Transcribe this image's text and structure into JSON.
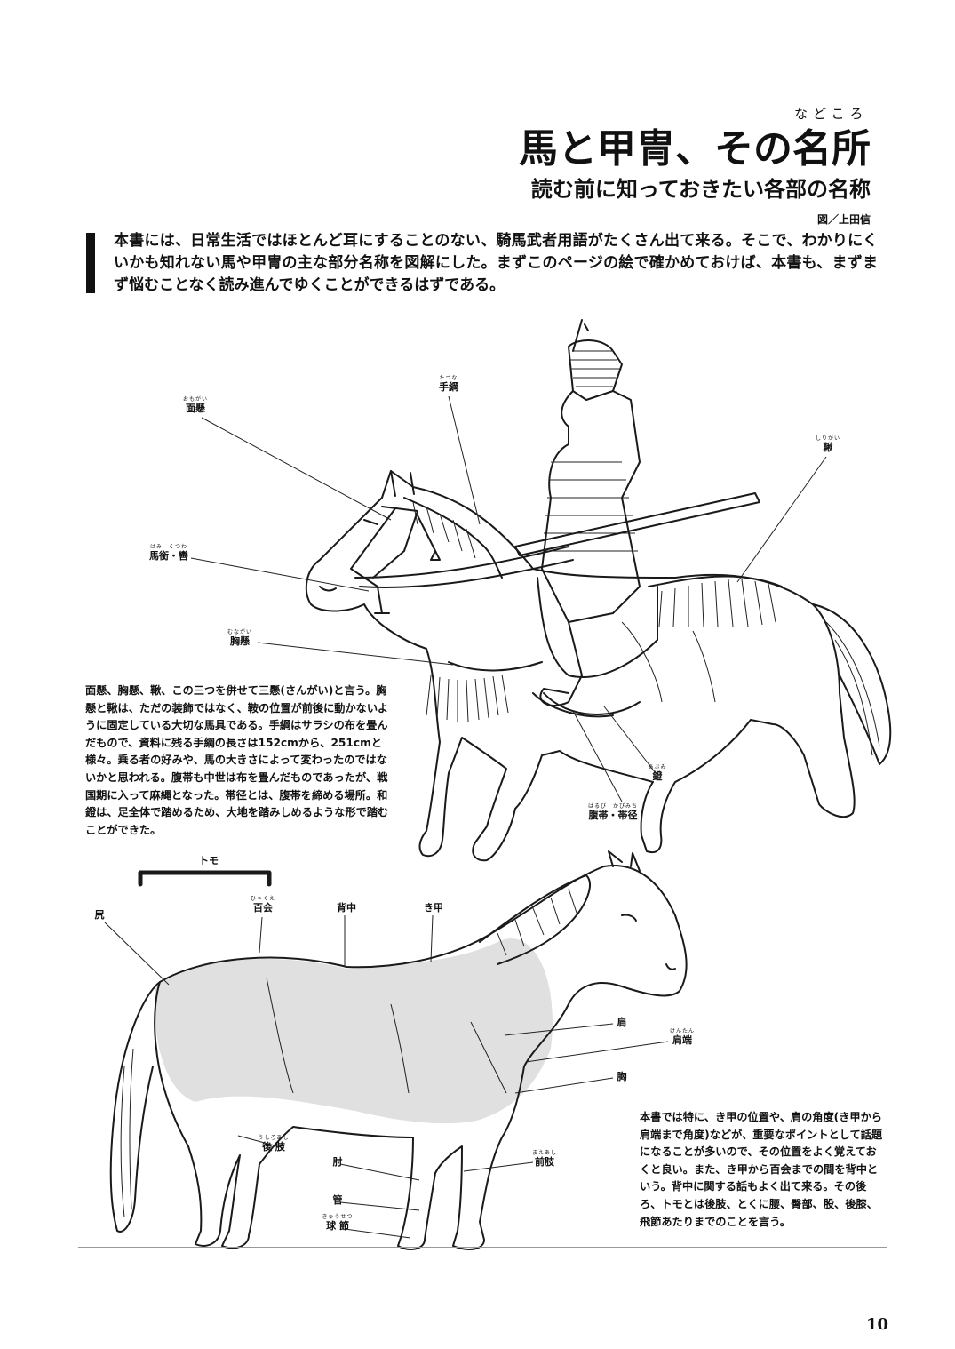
{
  "header": {
    "title_pre": "馬と甲冑、その",
    "title_ruby_base": "名所",
    "title_ruby": "などころ",
    "subtitle": "読む前に知っておきたい各部の名称",
    "credit": "図／上田信"
  },
  "intro": "本書には、日常生活ではほとんど耳にすることのない、騎馬武者用語がたくさん出て来る。そこで、わかりにくいかも知れない馬や甲冑の主な部分名称を図解にした。まずこのページの絵で確かめておけば、本書も、まずまず悩むことなく読み進んでゆくことができるはずである。",
  "rider_labels": {
    "omogai": {
      "text": "面懸",
      "ruby": "おもがい"
    },
    "tazuna": {
      "text": "手綱",
      "ruby": "たづな"
    },
    "shirigai": {
      "text": "鞦",
      "ruby": "しりがい"
    },
    "hami": {
      "text": "馬銜・轡",
      "ruby": "はみ　くつわ"
    },
    "munagai": {
      "text": "胸懸",
      "ruby": "むながい"
    },
    "abumi": {
      "text": "鐙",
      "ruby": "あぶみ"
    },
    "haruobi": {
      "text": "腹帯・帯径",
      "ruby": "はるび　かぴみち"
    }
  },
  "note1": "面懸、胸懸、鞦、この三つを併せて三懸(さんがい)と言う。胸懸と鞦は、ただの装飾ではなく、鞍の位置が前後に動かないように固定している大切な馬具である。手綱はサラシの布を畳んだもので、資料に残る手綱の長さは152cmから、251cmと様々。乗る者の好みや、馬の大きさによって変わったのではないかと思われる。腹帯も中世は布を畳んだものであったが、戦国期に入って麻縄となった。帯径とは、腹帯を締める場所。和鐙は、足全体で踏めるため、大地を踏みしめるような形で踏むことができた。",
  "horse_labels": {
    "tomo": {
      "text": "トモ"
    },
    "shiri": {
      "text": "尻"
    },
    "hyakue": {
      "text": "百会",
      "ruby": "ひゃくえ"
    },
    "senaka": {
      "text": "背中"
    },
    "kikou": {
      "text": "き甲"
    },
    "kata": {
      "text": "肩"
    },
    "katahashi": {
      "text": "肩端",
      "ruby": "けんたん"
    },
    "mune": {
      "text": "胸"
    },
    "koushi": {
      "text": "後 肢",
      "ruby": "うしろあし"
    },
    "zenshi": {
      "text": "前肢",
      "ruby": "まえあし"
    },
    "hiji": {
      "text": "肘"
    },
    "kan": {
      "text": "管"
    },
    "kyusetsu": {
      "text": "球 節",
      "ruby": "きゅうせつ"
    }
  },
  "note2": "本書では特に、き甲の位置や、肩の角度(き甲から肩端まで角度)などが、重要なポイントとして話題になることが多いので、その位置をよく覚えておくと良い。また、き甲から百会までの間を背中という。背中に関する話もよく出て来る。その後ろ、トモとは後肢、とくに腰、臀部、股、後膝、飛節あたりまでのことを言う。",
  "page_number": "10"
}
